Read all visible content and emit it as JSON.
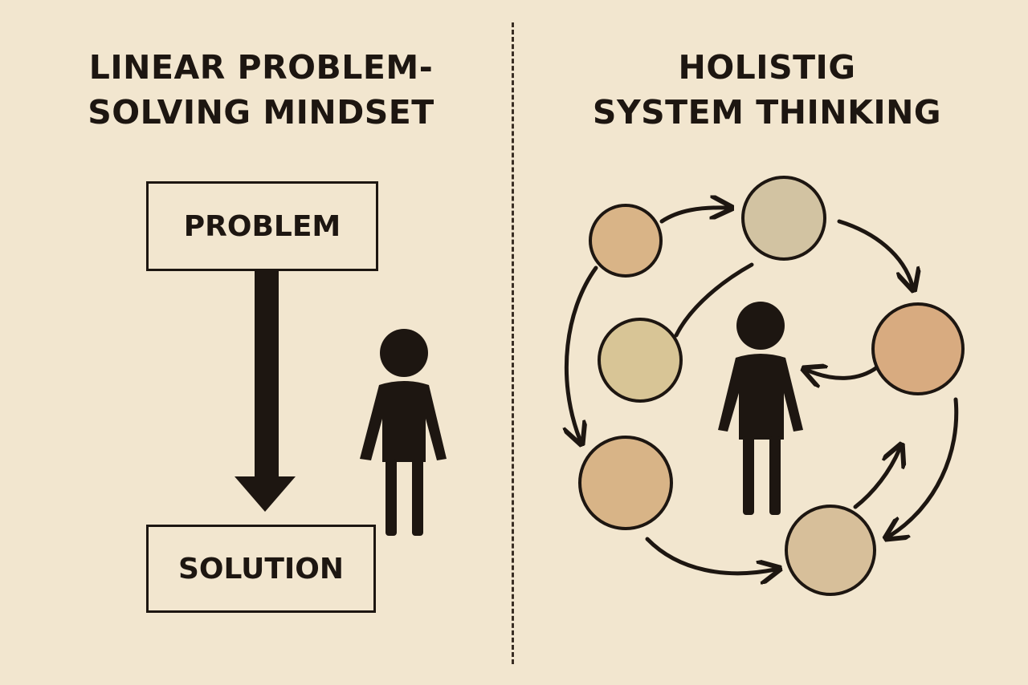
{
  "left_panel": {
    "title_line1": "LINEAR PROBLEM-",
    "title_line2": "SOLVING MINDSET",
    "problem_label": "PROBLEM",
    "solution_label": "SOLUTION"
  },
  "right_panel": {
    "title_line1": "HOLISTIG",
    "title_line2": "SYSTEM THINKING"
  },
  "colors": {
    "background": "#f2e6cf",
    "ink": "#1d1611",
    "node_tan": "#d9b487",
    "node_gray": "#d2c3a2",
    "node_sage": "#d8c596",
    "node_rose": "#d8ab80"
  }
}
